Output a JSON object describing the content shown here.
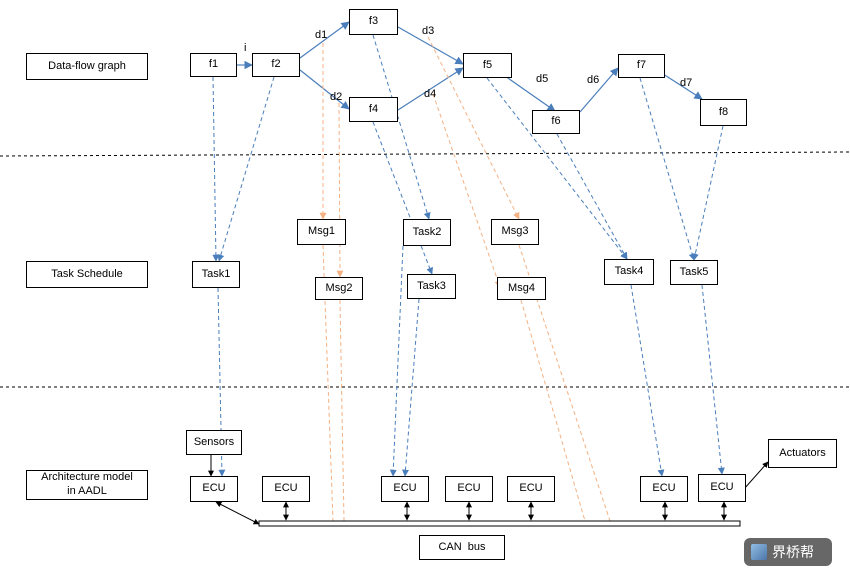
{
  "layers": {
    "dataflow": "Data-flow graph",
    "schedule": "Task Schedule",
    "architecture": "Architecture model\nin AADL"
  },
  "functions": [
    {
      "id": "f1",
      "label": "f1"
    },
    {
      "id": "f2",
      "label": "f2"
    },
    {
      "id": "f3",
      "label": "f3"
    },
    {
      "id": "f4",
      "label": "f4"
    },
    {
      "id": "f5",
      "label": "f5"
    },
    {
      "id": "f6",
      "label": "f6"
    },
    {
      "id": "f7",
      "label": "f7"
    },
    {
      "id": "f8",
      "label": "f8"
    }
  ],
  "data_labels": [
    "i",
    "d1",
    "d2",
    "d3",
    "d4",
    "d5",
    "d6",
    "d7"
  ],
  "tasks": [
    "Task1",
    "Task2",
    "Task3",
    "Task4",
    "Task5"
  ],
  "messages": [
    "Msg1",
    "Msg2",
    "Msg3",
    "Msg4"
  ],
  "ecus": [
    "ECU",
    "ECU",
    "ECU",
    "ECU",
    "ECU",
    "ECU",
    "ECU"
  ],
  "devices": {
    "sensors": "Sensors",
    "actuators": "Actuators"
  },
  "bus": {
    "label": "CAN  bus"
  },
  "watermark": {
    "text": "界桥帮"
  },
  "colors": {
    "dataflow_edge": "#4a7ebb",
    "mapping_edge": "#4a7ebb",
    "message_edge": "#f4b183",
    "separator": "#000000"
  }
}
